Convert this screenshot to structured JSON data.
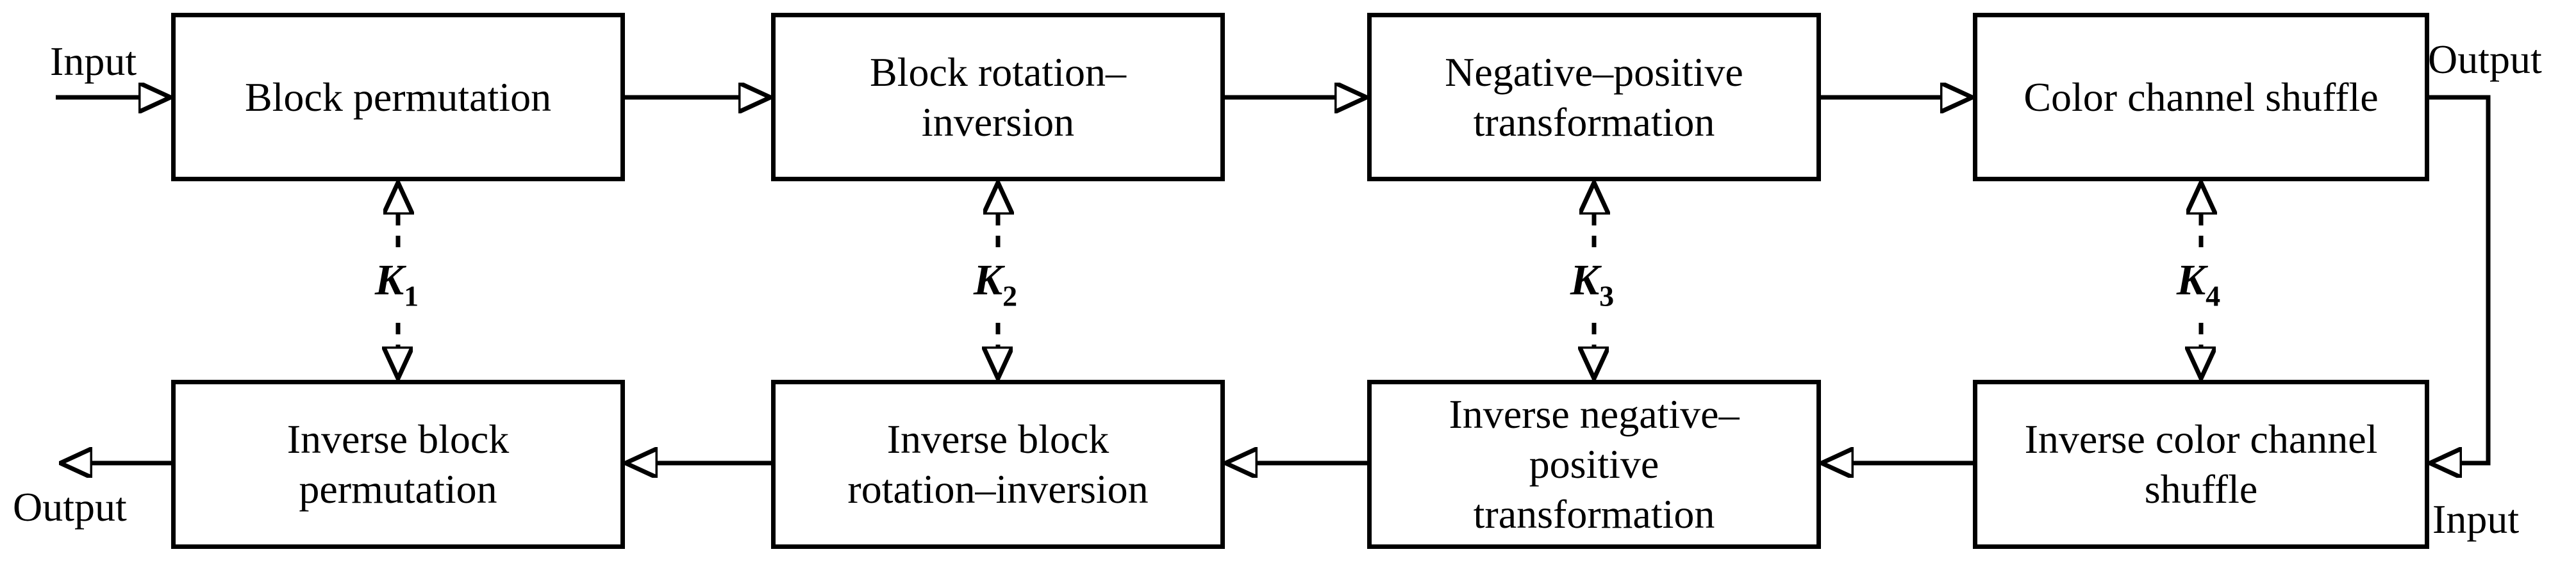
{
  "diagram": {
    "background_color": "#ffffff",
    "stroke_color": "#000000",
    "top_row": {
      "input_label": "Input",
      "output_label": "Output",
      "boxes": [
        {
          "label": "Block permutation"
        },
        {
          "label": "Block rotation–\ninversion"
        },
        {
          "label": "Negative–positive\ntransformation"
        },
        {
          "label": "Color channel shuffle"
        }
      ]
    },
    "bottom_row": {
      "input_label": "Input",
      "output_label": "Output",
      "boxes": [
        {
          "label": "Inverse block\npermutation"
        },
        {
          "label": "Inverse block\nrotation–inversion"
        },
        {
          "label": "Inverse negative–\npositive\ntransformation"
        },
        {
          "label": "Inverse color channel\nshuffle"
        }
      ]
    },
    "keys": [
      {
        "base": "K",
        "sub": "1"
      },
      {
        "base": "K",
        "sub": "2"
      },
      {
        "base": "K",
        "sub": "3"
      },
      {
        "base": "K",
        "sub": "4"
      }
    ]
  }
}
